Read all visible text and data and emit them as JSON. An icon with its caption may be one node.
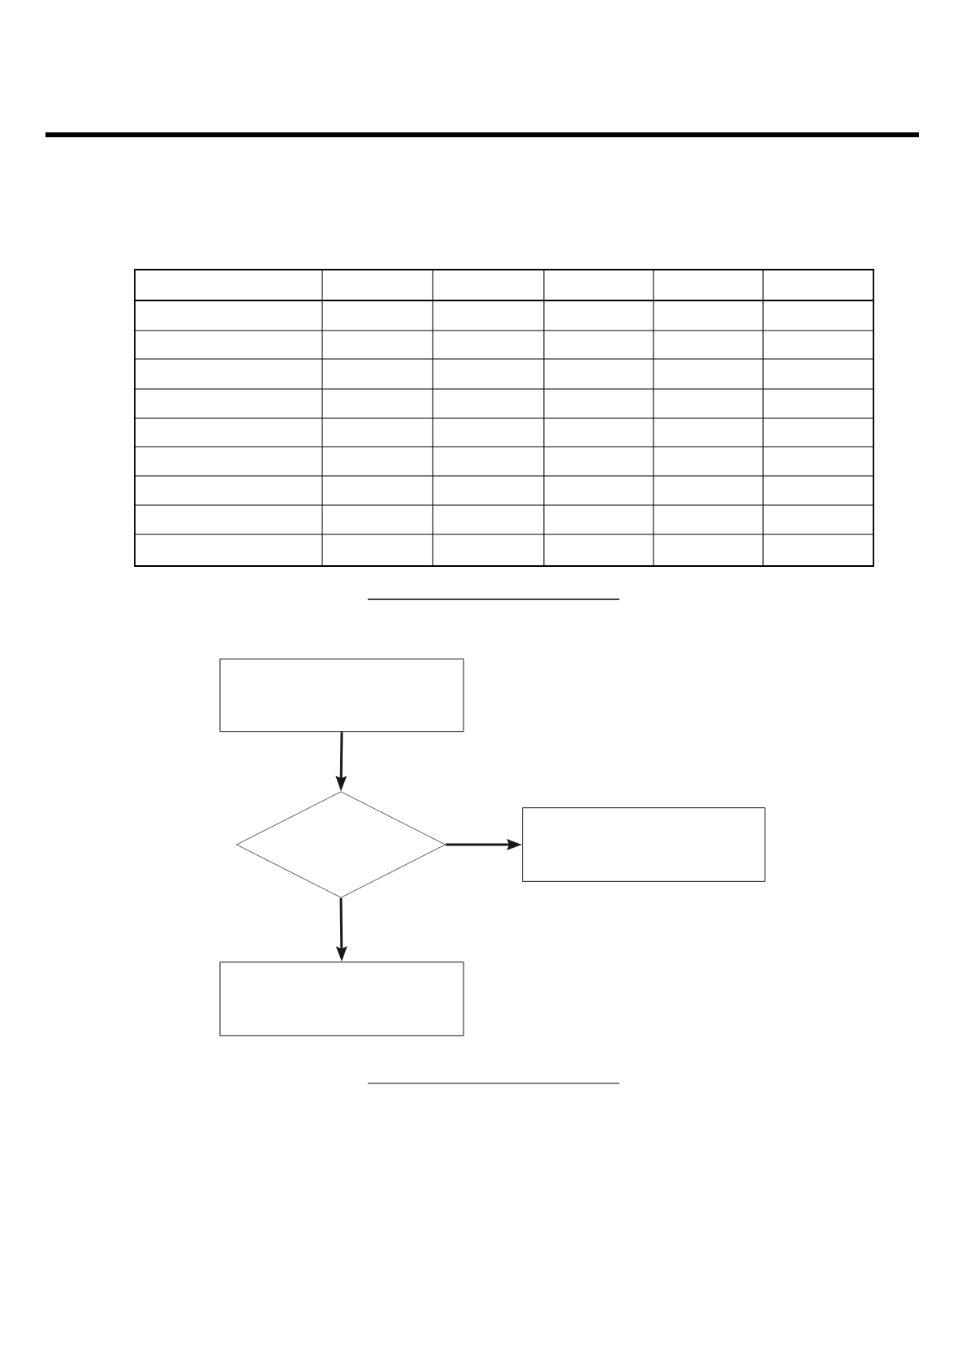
{
  "diagram": {
    "nodes": [
      {
        "text": [],
        "shape": "box"
      },
      {
        "text": [],
        "shape": "diamond"
      },
      {
        "text": [],
        "shape": "box"
      },
      {
        "text": [],
        "shape": "box"
      }
    ],
    "edges": [
      {
        "from": 0,
        "to": 1,
        "arrow": "to"
      },
      {
        "from": 1,
        "to": 2,
        "arrow": "to"
      },
      {
        "from": 1,
        "to": 3,
        "arrow": "to"
      }
    ]
  }
}
